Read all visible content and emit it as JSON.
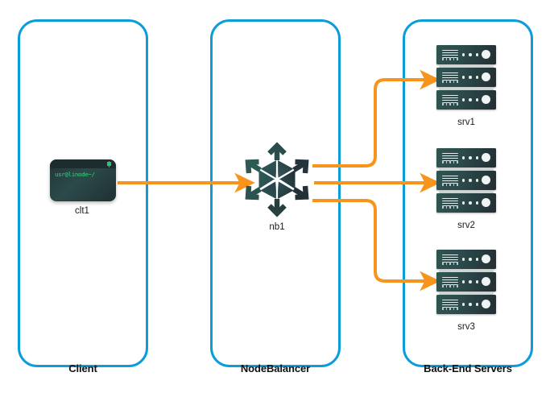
{
  "diagram": {
    "title": "NodeBalancer traffic distribution diagram",
    "background": "#ffffff",
    "colors": {
      "zone_border": "#0b9dda",
      "connector": "#f7941e",
      "node_dark": "#2c4b4c",
      "terminal_text": "#3fd07e",
      "label_text": "#111111"
    }
  },
  "zones": [
    {
      "id": "client",
      "label": "Client"
    },
    {
      "id": "nb",
      "label": "NodeBalancer"
    },
    {
      "id": "backend",
      "label": "Back-End Servers"
    }
  ],
  "nodes": {
    "client": {
      "label": "clt1",
      "icon": "terminal-icon",
      "terminal_prompt": "usr@linode~/"
    },
    "nodebalancer": {
      "label": "nb1",
      "icon": "nodebalancer-hub-icon"
    },
    "servers": [
      {
        "label": "srv1",
        "icon": "server-rack-icon",
        "units": 3
      },
      {
        "label": "srv2",
        "icon": "server-rack-icon",
        "units": 3
      },
      {
        "label": "srv3",
        "icon": "server-rack-icon",
        "units": 3
      }
    ]
  },
  "connections": [
    {
      "id": "clt1-to-nb1",
      "from": "clt1",
      "to": "nb1",
      "style": "straight-arrow"
    },
    {
      "id": "nb1-to-srv1",
      "from": "nb1",
      "to": "srv1",
      "style": "elbow-up-arrow"
    },
    {
      "id": "nb1-to-srv2",
      "from": "nb1",
      "to": "srv2",
      "style": "straight-arrow"
    },
    {
      "id": "nb1-to-srv3",
      "from": "nb1",
      "to": "srv3",
      "style": "elbow-down-arrow"
    }
  ]
}
